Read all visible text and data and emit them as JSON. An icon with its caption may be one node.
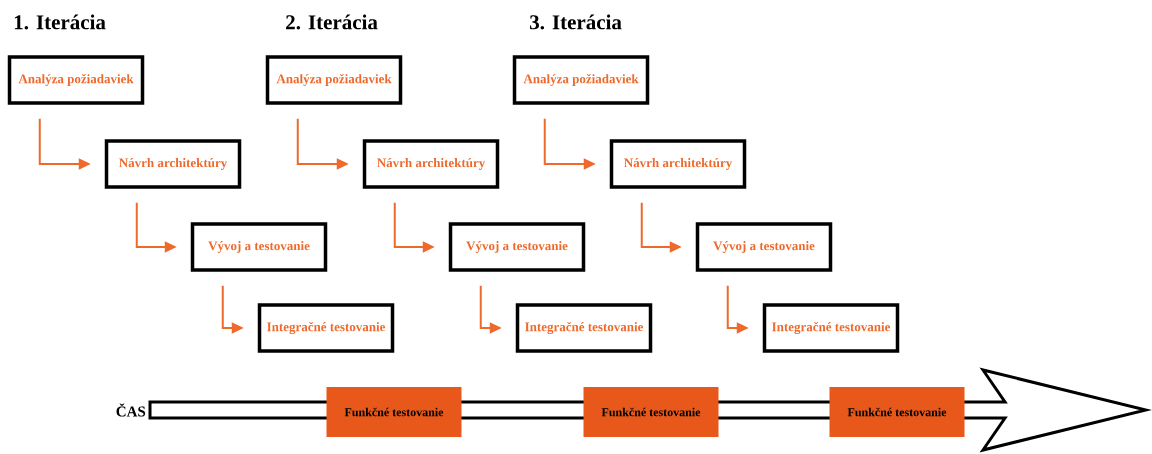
{
  "diagram": {
    "nodes": [
      {
        "text": [
          "Analýza požiadaviek"
        ]
      },
      {
        "text": [
          "Návrh architektúry"
        ]
      },
      {
        "text": [
          "Vývoj a testovanie"
        ]
      },
      {
        "text": [
          "Integračné testovanie"
        ]
      },
      {
        "text": [
          "Analýza požiadaviek"
        ]
      },
      {
        "text": [
          "Návrh architektúry"
        ]
      },
      {
        "text": [
          "Vývoj a testovanie"
        ]
      },
      {
        "text": [
          "Integračné testovanie"
        ]
      },
      {
        "text": [
          "Analýza požiadaviek"
        ]
      },
      {
        "text": [
          "Návrh architektúry"
        ]
      },
      {
        "text": [
          "Vývoj a testovanie"
        ]
      },
      {
        "text": [
          "Integračné testovanie"
        ]
      },
      {
        "text": [
          "Funkčné testovanie"
        ]
      },
      {
        "text": [
          "Funkčné testovanie"
        ]
      },
      {
        "text": [
          "Funkčné testovanie"
        ]
      }
    ],
    "edges": [
      {
        "from": 0,
        "to": 1,
        "arrow": "to"
      },
      {
        "from": 1,
        "to": 2,
        "arrow": "to"
      },
      {
        "from": 2,
        "to": 3,
        "arrow": "to"
      },
      {
        "from": 4,
        "to": 5,
        "arrow": "to"
      },
      {
        "from": 5,
        "to": 6,
        "arrow": "to"
      },
      {
        "from": 6,
        "to": 7,
        "arrow": "to"
      },
      {
        "from": 8,
        "to": 9,
        "arrow": "to"
      },
      {
        "from": 9,
        "to": 10,
        "arrow": "to"
      },
      {
        "from": 10,
        "to": 11,
        "arrow": "to"
      }
    ],
    "labels": [
      "1. Iterácia",
      "2. Iterácia",
      "3. Iterácia",
      "ČAS"
    ]
  }
}
